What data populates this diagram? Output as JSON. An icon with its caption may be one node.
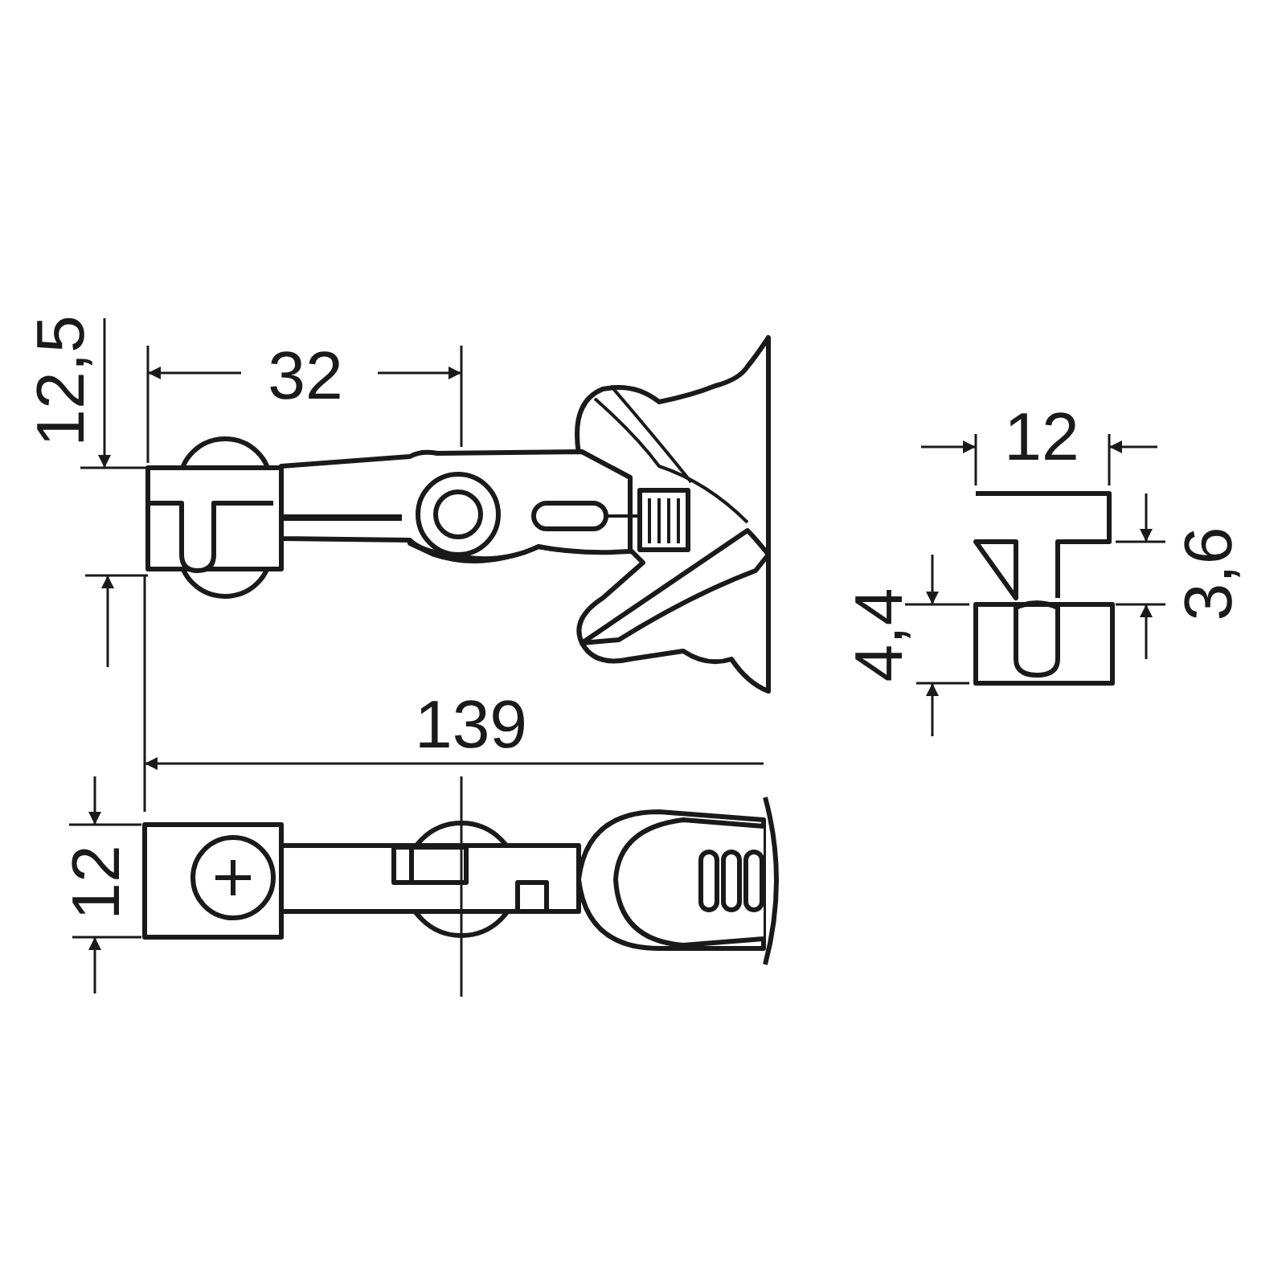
{
  "diagram": {
    "labels": [
      "12,5",
      "32",
      "12",
      "3,6",
      "4,4",
      "139",
      "12"
    ]
  }
}
